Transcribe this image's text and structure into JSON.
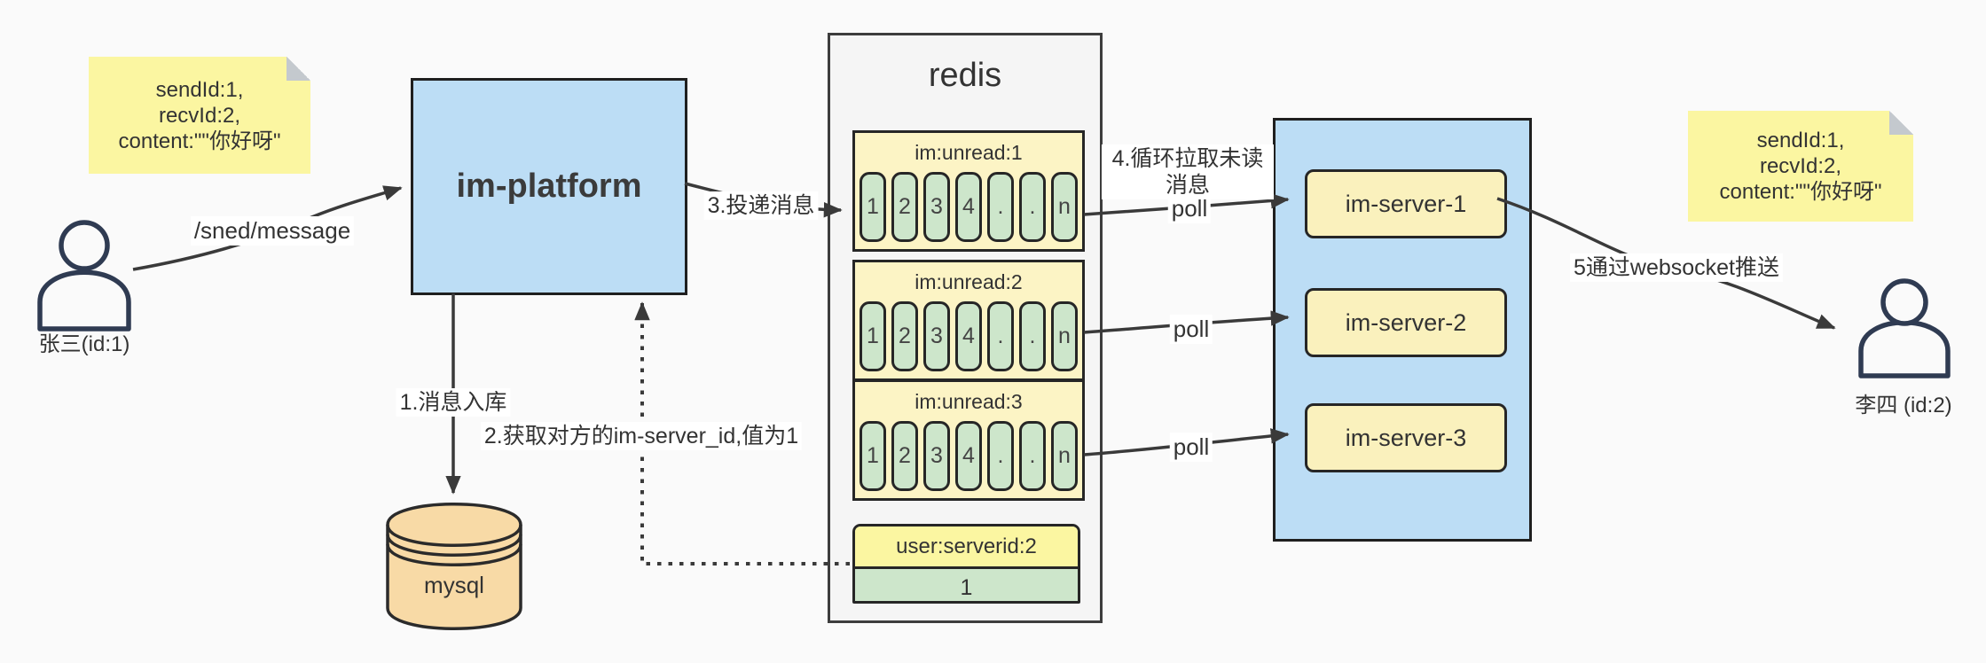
{
  "actors": {
    "sender": {
      "label": "张三(id:1)"
    },
    "receiver": {
      "label": "李四 (id:2)"
    }
  },
  "notes": {
    "left": {
      "lines": [
        "sendId:1,",
        "recvId:2,",
        "content:\"\"你好呀\""
      ]
    },
    "right": {
      "lines": [
        "sendId:1,",
        "recvId:2,",
        "content:\"\"你好呀\""
      ]
    }
  },
  "platform": {
    "label": "im-platform"
  },
  "database": {
    "label": "mysql"
  },
  "redis": {
    "title": "redis",
    "queues": [
      {
        "title": "im:unread:1",
        "cells": [
          "1",
          "2",
          "3",
          "4",
          ".",
          ".",
          "n"
        ]
      },
      {
        "title": "im:unread:2",
        "cells": [
          "1",
          "2",
          "3",
          "4",
          ".",
          ".",
          "n"
        ]
      },
      {
        "title": "im:unread:3",
        "cells": [
          "1",
          "2",
          "3",
          "4",
          ".",
          ".",
          "n"
        ]
      }
    ],
    "kv": {
      "title": "user:serverid:2",
      "value": "1"
    }
  },
  "servers": [
    {
      "label": "im-server-1"
    },
    {
      "label": "im-server-2"
    },
    {
      "label": "im-server-3"
    }
  ],
  "edges": {
    "send": "/sned/message",
    "store": "1.消息入库",
    "get_server": "2.获取对方的im-server_id,值为1",
    "deliver": "3.投递消息",
    "loop_pull": "4.循环拉取未读消息",
    "poll1": "poll",
    "poll2": "poll",
    "poll3": "poll",
    "ws_push": "5通过websocket推送"
  },
  "colors": {
    "canvas_bg": "#fafafa",
    "note_yellow": "#fbf6a1",
    "queue_yellow": "#fcf4c5",
    "server_yellow": "#faf1bd",
    "cell_green": "#cde6cb",
    "platform_blue": "#bcddf5",
    "mysql_tan": "#f8daa6",
    "redis_gray": "#f5f5f5",
    "stroke_dark": "#3a3a3a",
    "person_stroke": "#2f3b52"
  }
}
